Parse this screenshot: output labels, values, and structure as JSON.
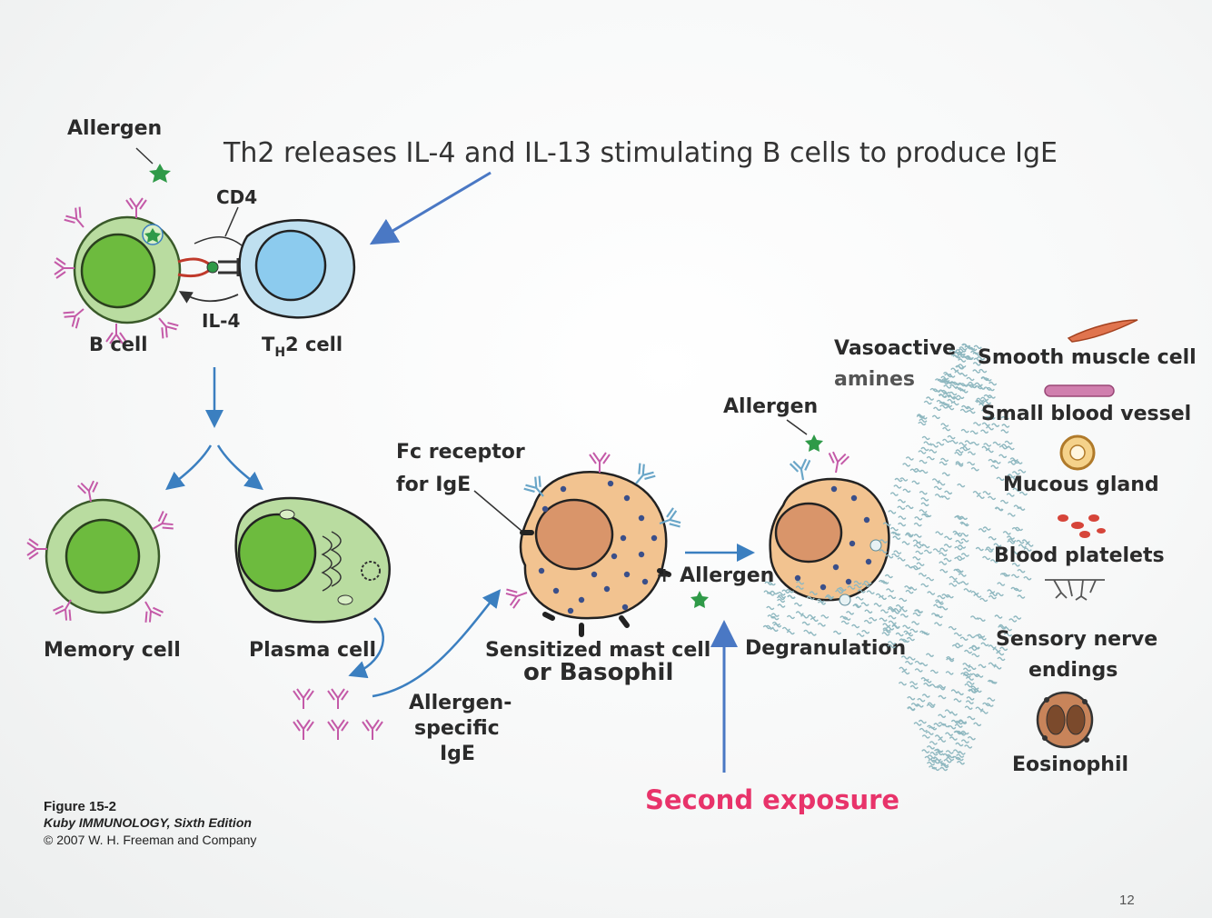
{
  "slide": {
    "title": "Th2 releases IL-4 and IL-13 stimulating B cells to produce IgE",
    "page_number": "12"
  },
  "labels": {
    "allergen_top": "Allergen",
    "cd4": "CD4",
    "il4": "IL-4",
    "b_cell": "B cell",
    "th2_cell_main": "T",
    "th2_cell_sub": "H",
    "th2_cell_rest": "2 cell",
    "memory_cell": "Memory cell",
    "plasma_cell": "Plasma cell",
    "fc_receptor_line1": "Fc receptor",
    "fc_receptor_line2": "for IgE",
    "sensitized_line1": "Sensitized mast cell",
    "sensitized_line2": "or Basophil",
    "plus_allergen": "+ Allergen",
    "allergen_right": "Allergen",
    "degranulation": "Degranulation",
    "vasoactive_line1": "Vasoactive",
    "vasoactive_line2": "amines",
    "ige_line1": "Allergen-",
    "ige_line2": "specific",
    "ige_line3": "IgE",
    "second_exposure": "Second exposure"
  },
  "targets": [
    "Smooth muscle cell",
    "Small blood vessel",
    "Mucous gland",
    "Blood platelets",
    "Sensory nerve",
    "endings",
    "Eosinophil"
  ],
  "credit": {
    "figure": "Figure 15-2",
    "book": "Kuby IMMUNOLOGY, Sixth Edition",
    "copyright": "© 2007 W. H. Freeman and Company"
  },
  "colors": {
    "cell_green": "#b9dca0",
    "nucleus_green": "#6dbb3e",
    "th2_blue": "#bfe0f0",
    "th2_nucleus": "#8ccbee",
    "mast_orange": "#f2c390",
    "arrow_blue": "#4a78c4",
    "antibody_pink": "#c45aa8",
    "second_exposure_pink": "#e8336a"
  }
}
